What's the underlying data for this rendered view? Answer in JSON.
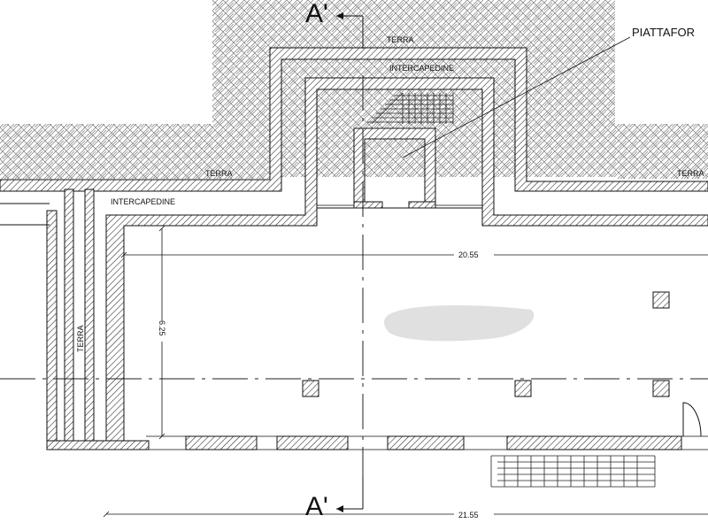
{
  "labels": {
    "section_top": "A'",
    "section_bottom": "A'",
    "platform": "PIATTAFOR",
    "terra_top": "TERRA",
    "terra_left": "TERRA",
    "terra_right": "TERRA",
    "terra_vertical": "TERRA",
    "intercapedine_top": "INTERCAPEDINE",
    "intercapedine_left": "INTERCAPEDINE"
  },
  "dimensions": {
    "inner_width": "20.55",
    "inner_depth": "6.25",
    "overall_width": "21.55"
  }
}
